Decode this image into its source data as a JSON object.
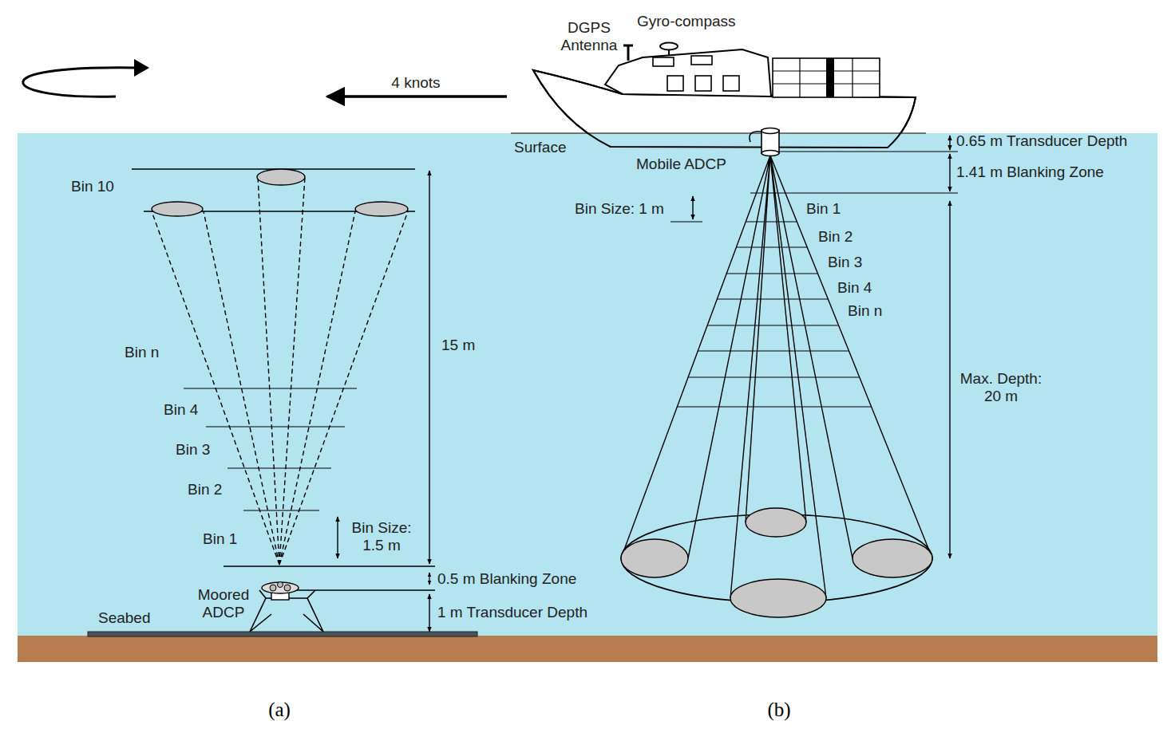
{
  "diagram": {
    "labels": [
      "DGPS Antenna",
      "Gyro-compass",
      "4 knots",
      "Surface",
      "0.65 m Transducer Depth",
      "Mobile ADCP",
      "1.41 m Blanking Zone",
      "Bin Size: 1 m",
      "Bin 1",
      "Bin 2",
      "Bin 3",
      "Bin 4",
      "Bin n",
      "Max. Depth: 20 m",
      "Bin 10",
      "15 m",
      "Bin n",
      "Bin 4",
      "Bin 3",
      "Bin 2",
      "Bin 1",
      "Bin Size: 1.5 m",
      "0.5 m Blanking Zone",
      "Moored ADCP",
      "1 m Transducer Depth",
      "Seabed",
      "(a)",
      "(b)"
    ]
  }
}
